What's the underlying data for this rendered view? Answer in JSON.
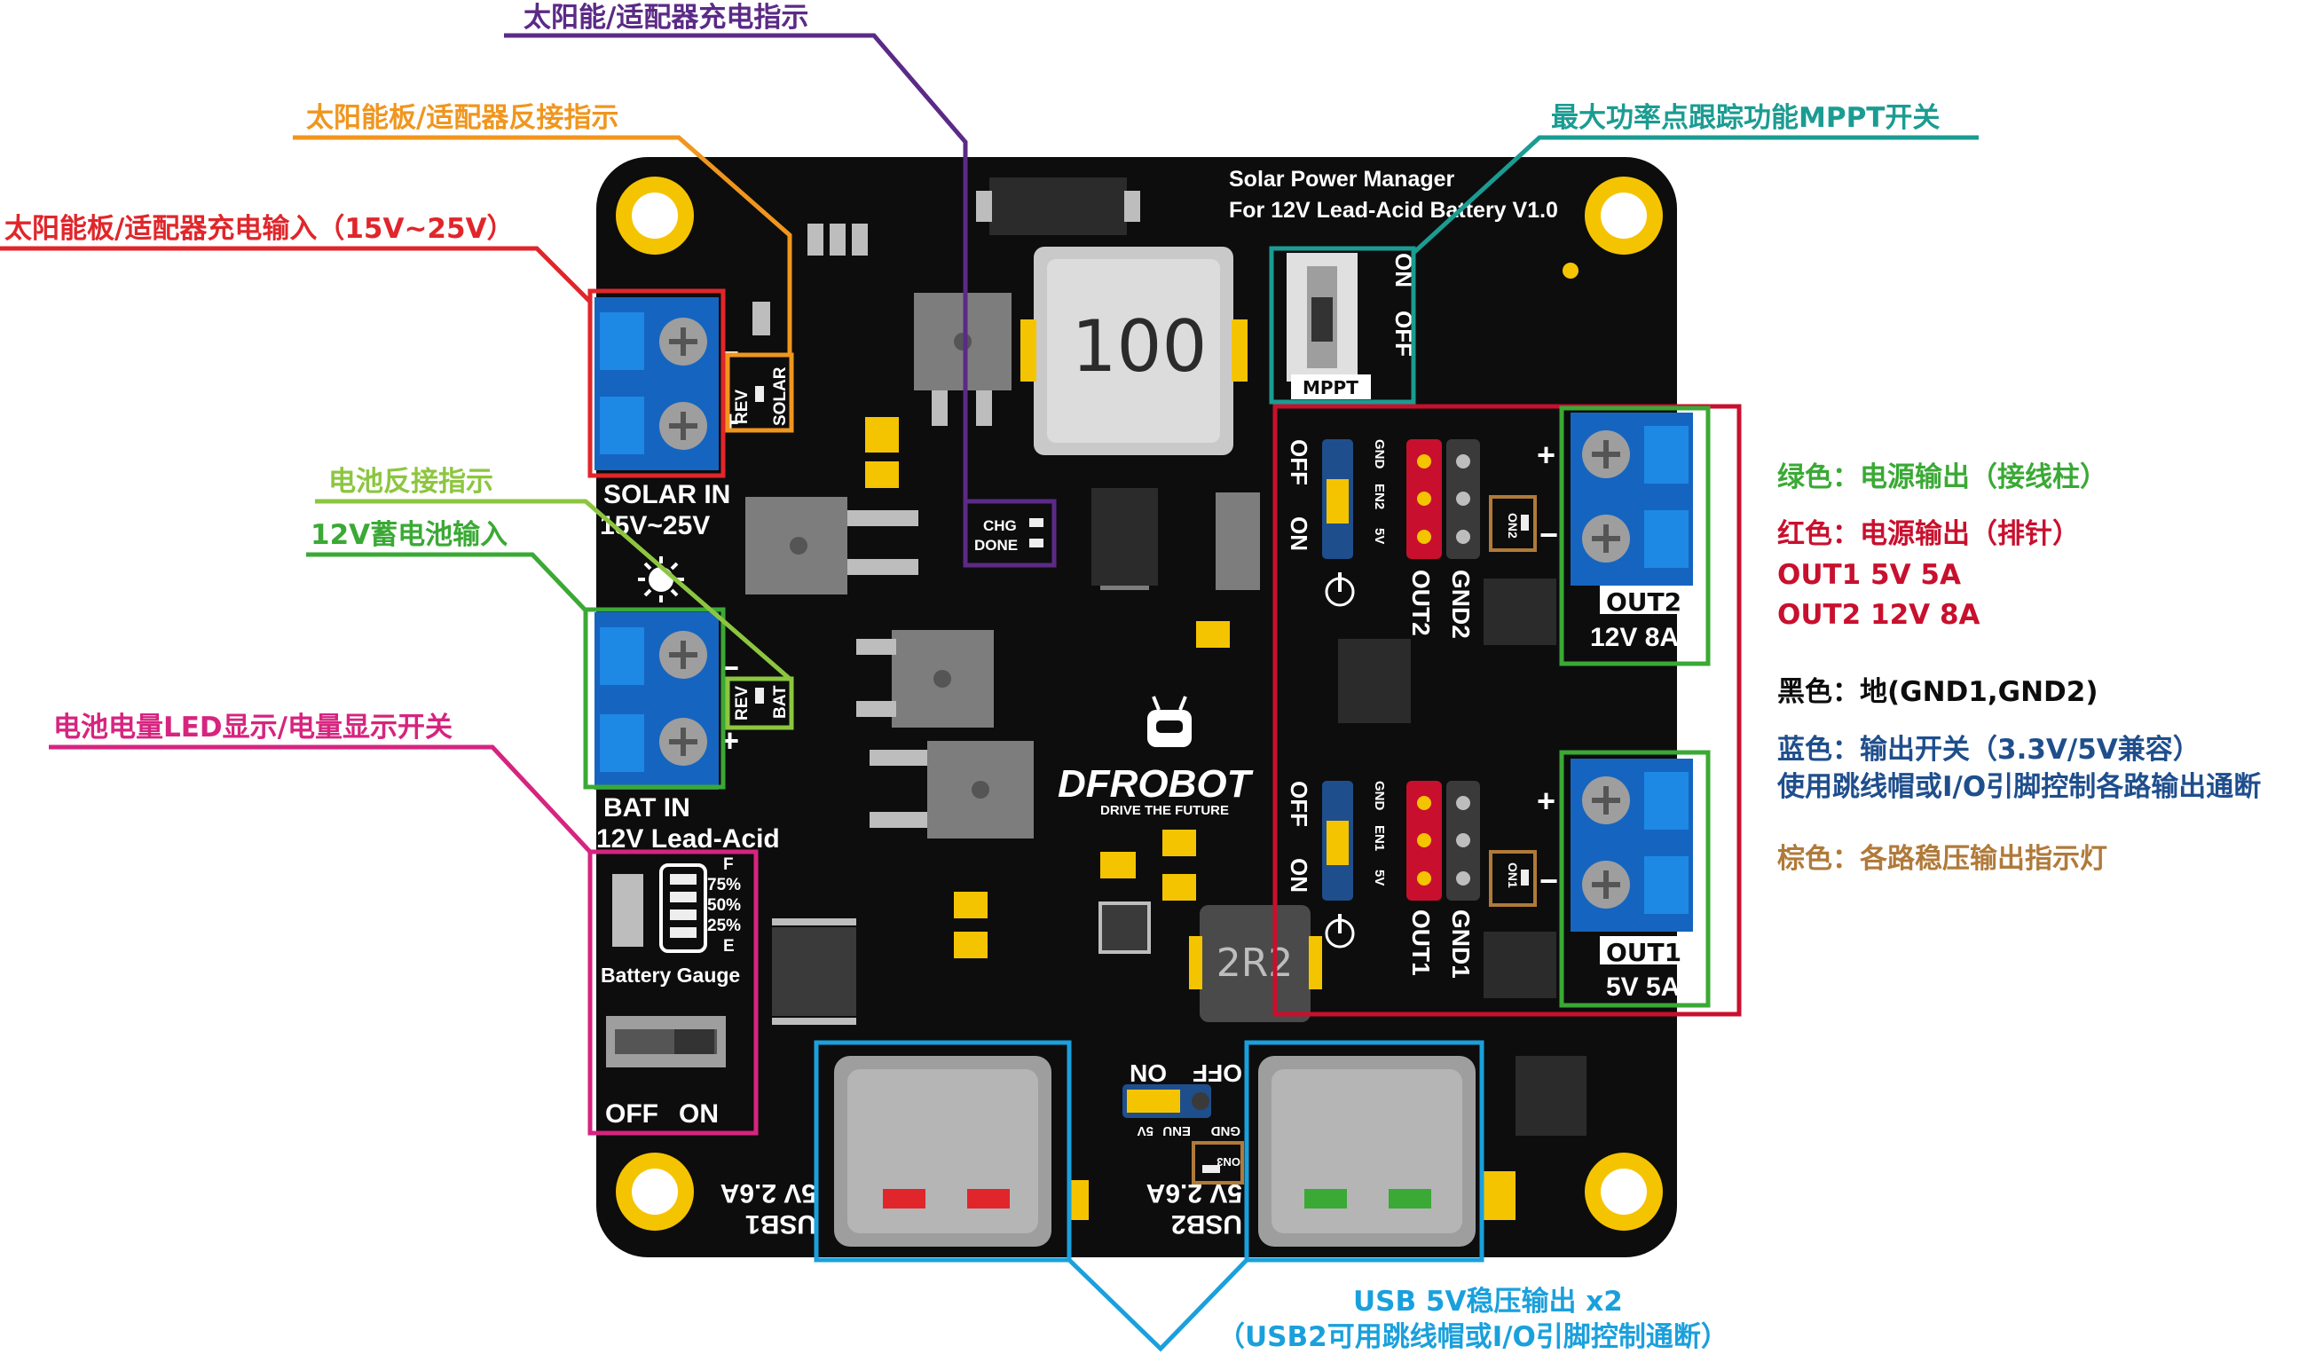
{
  "board": {
    "title_line1": "Solar Power Manager",
    "title_line2": "For 12V Lead-Acid Battery V1.0",
    "inductor_big": "100",
    "inductor_small": "2R2",
    "brand": "DFROBOT",
    "brand_tagline": "DRIVE THE FUTURE",
    "solar_in_label": "SOLAR IN",
    "solar_in_range": "15V~25V",
    "bat_in_label": "BAT IN",
    "bat_in_type": "12V Lead-Acid",
    "rev_label": "REV",
    "solar_label": "SOLAR",
    "bat_label": "BAT",
    "chg_label": "CHG",
    "done_label": "DONE",
    "mppt_label": "MPPT",
    "on_label": "ON",
    "off_label": "OFF",
    "gauge_f": "F",
    "gauge_75": "75%",
    "gauge_50": "50%",
    "gauge_25": "25%",
    "gauge_e": "E",
    "battery_gauge_label": "Battery Gauge",
    "gauge_off": "OFF",
    "gauge_on": "ON",
    "gnd_label": "GND",
    "en2_label": "EN2",
    "en1_label": "EN1",
    "enu_label": "ENU",
    "v5_label": "5V",
    "out2_header": "OUT2",
    "gnd2_header": "GND2",
    "out1_header": "OUT1",
    "gnd1_header": "GND1",
    "on2_label": "ON2",
    "on1_label": "ON1",
    "on3_label": "ON3",
    "out2_label": "OUT2",
    "out2_rating": "12V 8A",
    "out1_label": "OUT1",
    "out1_rating": "5V 5A",
    "usb1_label": "USB1",
    "usb1_rating": "5V 2.6A",
    "usb2_label": "USB2",
    "usb2_rating": "5V 2.6A",
    "plus": "+",
    "minus": "−"
  },
  "callouts": {
    "solar_charge_indicator": "太阳能/适配器充电指示",
    "solar_reverse_indicator": "太阳能板/适配器反接指示",
    "solar_input": "太阳能板/适配器充电输入（15V~25V）",
    "battery_reverse_indicator": "电池反接指示",
    "battery_input": "12V蓄电池输入",
    "battery_gauge": "电池电量LED显示/电量显示开关",
    "mppt_switch": "最大功率点跟踪功能MPPT开关",
    "usb_output_line1": "USB 5V稳压输出 x2",
    "usb_output_line2": "（USB2可用跳线帽或I/O引脚控制通断）"
  },
  "legend": {
    "green": "绿色：电源输出（接线柱）",
    "red_title": "红色：电源输出（排针）",
    "red_out1": "OUT1 5V 5A",
    "red_out2": "OUT2 12V 8A",
    "black": "黑色：地(GND1,GND2)",
    "blue_line1": "蓝色：输出开关（3.3V/5V兼容）",
    "blue_line2": "使用跳线帽或I/O引脚控制各路输出通断",
    "brown": "棕色：各路稳压输出指示灯"
  },
  "colors": {
    "board": "#0d0d0d",
    "purple": "#5b2a86",
    "orange": "#f0961e",
    "red": "#e0262b",
    "lime": "#8cc63f",
    "green": "#3aa935",
    "magenta": "#d6247f",
    "teal": "#1b9c92",
    "darkred": "#c8102e",
    "blue": "#1aa0dc",
    "navy": "#1f4e8c",
    "brown": "#b07a3a",
    "terminal_blue": "#1565c0"
  }
}
